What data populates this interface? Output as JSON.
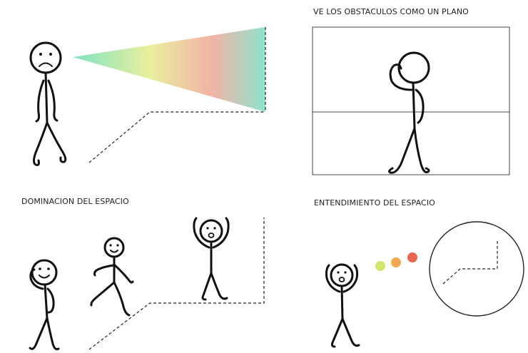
{
  "captions": {
    "plane": "VE LOS OBSTACULOS COMO UN PLANO",
    "domination": "DOMINACION DEL ESPACIO",
    "understanding": "ENTENDIMIENTO DEL ESPACIO"
  },
  "colors": {
    "cone_gradient": [
      "#7fe3c3",
      "#e9ef9d",
      "#f2b3a6",
      "#8fe3cf"
    ],
    "thought_dots": [
      "#cde86a",
      "#f5a84f",
      "#e8664f"
    ]
  }
}
